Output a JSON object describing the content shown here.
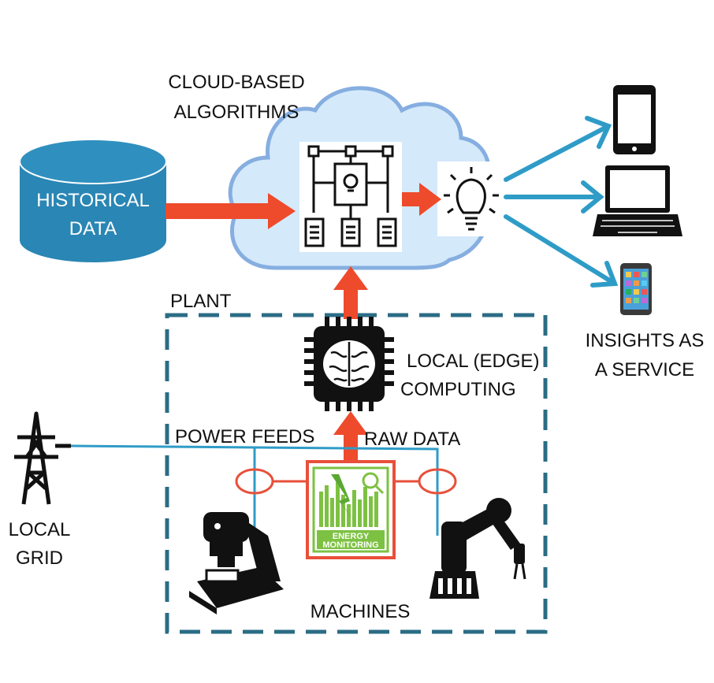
{
  "labels": {
    "cloud_line1": "CLOUD-BASED",
    "cloud_line2": "ALGORITHMS",
    "historical_line1": "HISTORICAL",
    "historical_line2": "DATA",
    "plant": "PLANT",
    "edge_line1": "LOCAL (EDGE)",
    "edge_line2": "COMPUTING",
    "power_feeds": "POWER FEEDS",
    "raw_data": "RAW DATA",
    "grid_line1": "LOCAL",
    "grid_line2": "GRID",
    "machines": "MACHINES",
    "insights_line1": "INSIGHTS AS",
    "insights_line2": "A SERVICE",
    "monitor_line1": "ENERGY",
    "monitor_line2": "MONITORING"
  },
  "colors": {
    "cloud_fill": "#d4e9fa",
    "cloud_stroke": "#86aee0",
    "cylinder": "#2a86b4",
    "red_arrow": "#ee4a2c",
    "blue_line": "#2f9cc7",
    "plant_border": "#2b6c85",
    "monitor_green": "#7dc142",
    "monitor_border": "#e8503a"
  },
  "icons": [
    "database-icon",
    "algorithm-flowchart-icon",
    "lightbulb-icon",
    "smartphone-icon",
    "laptop-icon",
    "colorful-phone-icon",
    "edge-chip-brain-icon",
    "power-tower-icon",
    "cnc-machine-icon",
    "robot-arm-icon",
    "energy-monitoring-icon"
  ]
}
